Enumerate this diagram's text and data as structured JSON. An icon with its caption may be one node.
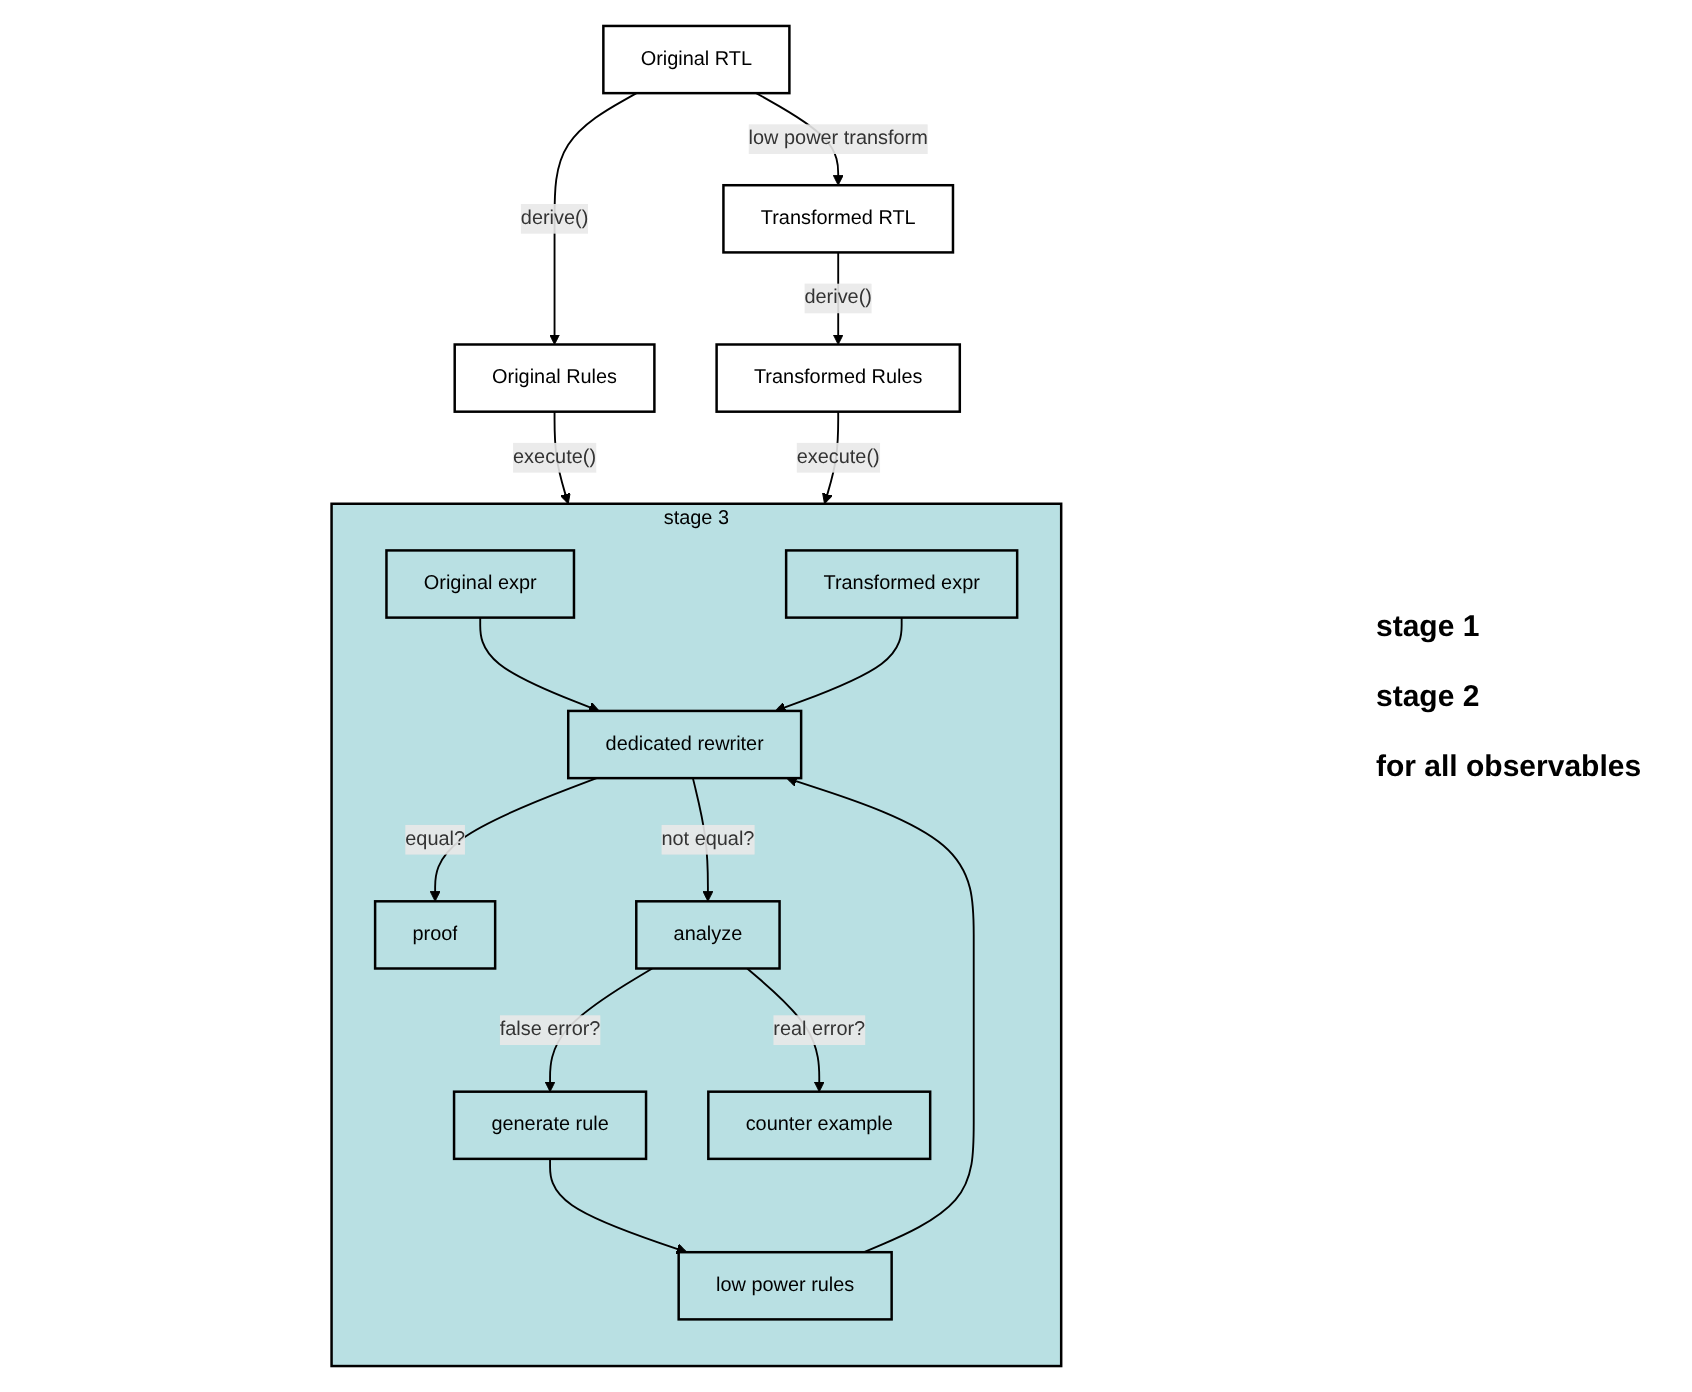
{
  "diagram": {
    "nodes": [
      {
        "text": [
          "Original RTL"
        ]
      },
      {
        "text": [
          "Transformed RTL"
        ]
      },
      {
        "text": [
          "Original Rules"
        ]
      },
      {
        "text": [
          "Transformed Rules"
        ]
      },
      {
        "text": [
          "stage 3"
        ]
      },
      {
        "text": [
          "Original expr"
        ],
        "in": 4
      },
      {
        "text": [
          "Transformed expr"
        ],
        "in": 4
      },
      {
        "text": [
          "low power rules"
        ],
        "in": 4
      },
      {
        "text": [
          "dedicated rewriter"
        ],
        "in": 4
      },
      {
        "text": [
          "generate rule"
        ],
        "in": 4
      },
      {
        "text": [
          "analyze"
        ],
        "in": 4
      },
      {
        "text": [
          "proof"
        ],
        "in": 4
      },
      {
        "text": [
          "counter example"
        ],
        "in": 4
      }
    ],
    "edges": [
      {
        "from": 0,
        "to": 1,
        "arrow": "to",
        "label": "low power transform"
      },
      {
        "from": 0,
        "to": 2,
        "arrow": "to",
        "label": "derive()"
      },
      {
        "from": 1,
        "to": 3,
        "arrow": "to",
        "label": "derive()"
      },
      {
        "from": 2,
        "to": 4,
        "arrow": "to",
        "label": "execute()"
      },
      {
        "from": 3,
        "to": 4,
        "arrow": "to",
        "label": "execute()"
      },
      {
        "from": 5,
        "to": 8,
        "arrow": "to"
      },
      {
        "from": 6,
        "to": 8,
        "arrow": "to"
      },
      {
        "from": 7,
        "to": 8,
        "arrow": "to"
      },
      {
        "from": 9,
        "to": 7,
        "arrow": "to"
      },
      {
        "from": 8,
        "to": 11,
        "arrow": "to",
        "label": "equal?"
      },
      {
        "from": 8,
        "to": 10,
        "arrow": "to",
        "label": "not equal?"
      },
      {
        "from": 10,
        "to": 9,
        "arrow": "to",
        "label": "false error?"
      },
      {
        "from": 10,
        "to": 12,
        "arrow": "to",
        "label": "real error?"
      }
    ],
    "labels": [
      "stage 1",
      "stage 2",
      "for all observables"
    ]
  }
}
